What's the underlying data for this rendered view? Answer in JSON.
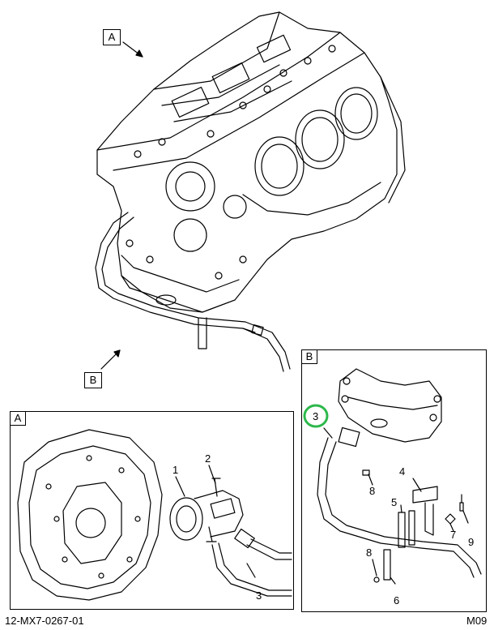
{
  "callouts": {
    "main_A": "A",
    "main_B": "B",
    "panel_A": "A",
    "panel_B": "B"
  },
  "parts": {
    "p1": "1",
    "p2": "2",
    "p3_left": "3",
    "p3_right": "3",
    "p4": "4",
    "p5": "5",
    "p6": "6",
    "p7": "7",
    "p8_upper": "8",
    "p8_lower": "8",
    "p9": "9"
  },
  "footer": {
    "drawing_id": "12-MX7-0267-01",
    "sheet": "M09"
  },
  "colors": {
    "line": "#000000",
    "highlight": "#2db84b",
    "background": "#ffffff"
  }
}
